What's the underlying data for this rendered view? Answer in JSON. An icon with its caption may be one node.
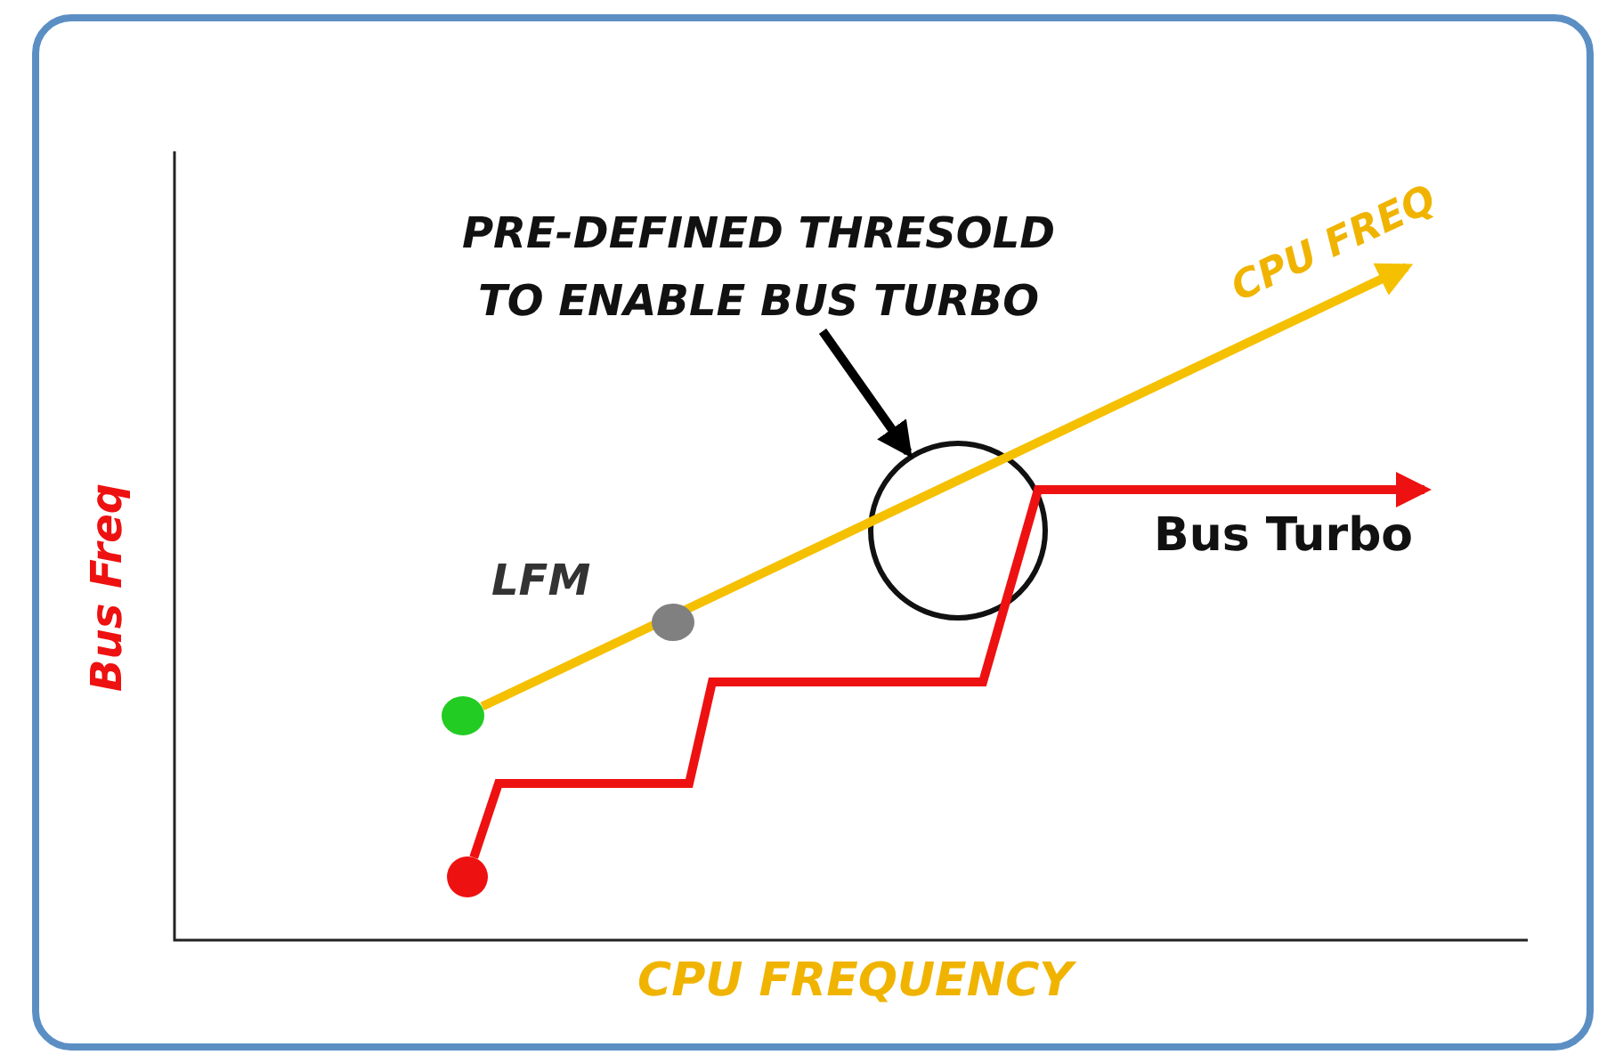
{
  "diagram": {
    "nodes": [
      {
        "text": [
          "PRE-DEFINED THRESOLD TO ENABLE BUS TURBO"
        ]
      },
      {
        "text": [],
        "shape": "circle"
      },
      {
        "text": [],
        "shape": "circle"
      },
      {
        "text": [
          "CPU FREQ"
        ]
      },
      {
        "text": [
          "Bus Turbo"
        ]
      }
    ],
    "edges": [
      {
        "from": 0,
        "to": null,
        "arrow": "to",
        "color": "#000000"
      },
      {
        "from": 1,
        "to": 3,
        "arrow": "to",
        "color": "#f5c000"
      },
      {
        "from": 2,
        "to": 4,
        "arrow": "to",
        "color": "#ee1111"
      }
    ],
    "labels": [
      "LFM",
      "Bus Freq",
      "CPU FREQUENCY"
    ]
  }
}
